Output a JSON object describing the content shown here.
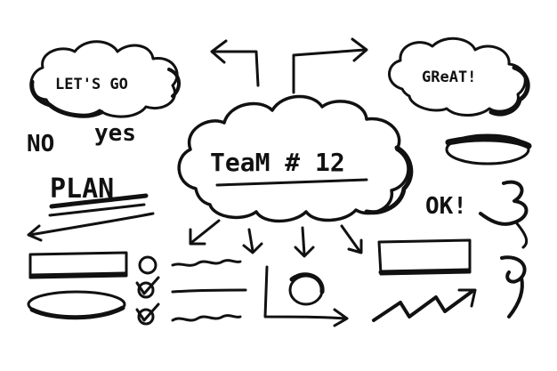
{
  "colors": {
    "ink": "#111111",
    "paper": "#ffffff"
  },
  "labels": {
    "lets_go": "LET'S GO",
    "great": "GReAT!",
    "no": "NO",
    "yes": "yes",
    "plan": "PLAN",
    "team": "TeaM # 12",
    "ok": "OK!"
  },
  "icons": [
    "cloud-speech-bubble",
    "double-arrow",
    "check-circle",
    "spiral-arrow",
    "zigzag-arrow",
    "marker-oval"
  ]
}
